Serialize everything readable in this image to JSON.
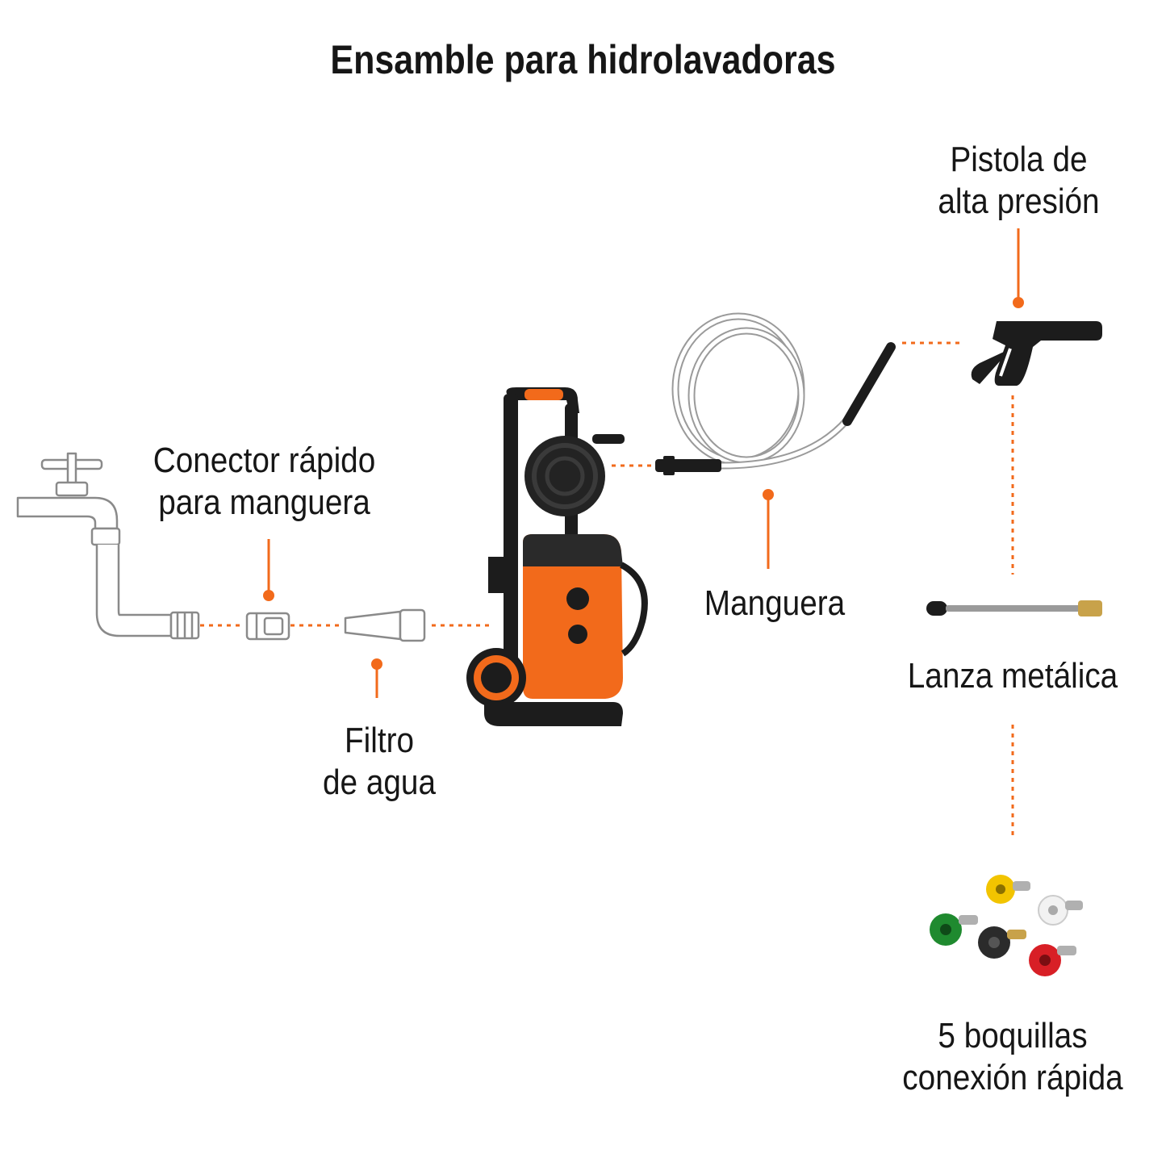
{
  "title": "Ensamble para hidrolavadoras",
  "colors": {
    "accent": "#f26a1b",
    "ink": "#161616",
    "outline": "#8a8a8a",
    "nozzles": [
      "#f2c400",
      "#f2f2f2",
      "#1f8a2f",
      "#2b2b2b",
      "#d81f26"
    ]
  },
  "labels": {
    "pistola": {
      "line1": "Pistola de",
      "line2": "alta presión"
    },
    "conector": {
      "line1": "Conector rápido",
      "line2": "para manguera"
    },
    "manguera": "Manguera",
    "lanza": "Lanza metálica",
    "filtro": {
      "line1": "Filtro",
      "line2": "de agua"
    },
    "boquillas": {
      "line1": "5 boquillas",
      "line2": "conexión rápida"
    }
  },
  "icons": [
    "faucet-icon",
    "quick-connector-icon",
    "water-filter-icon",
    "pressure-washer-icon",
    "hose-icon",
    "spray-gun-icon",
    "metal-lance-icon",
    "nozzle-set-icon"
  ]
}
